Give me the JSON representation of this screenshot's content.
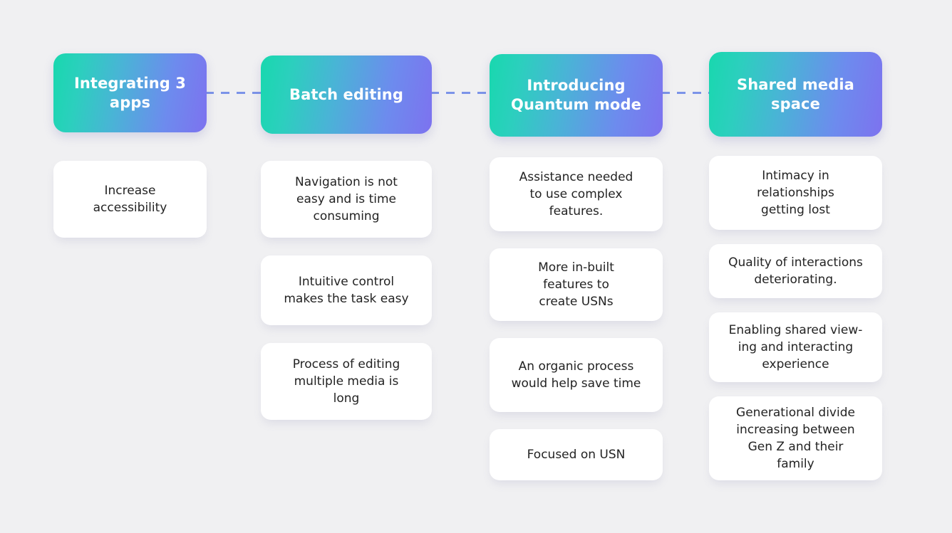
{
  "board": {
    "background_color": "#f0f0f2",
    "connector_color": "#7b93e8",
    "header_gradient_from": "#18d8ae",
    "header_gradient_to": "#7d72ef",
    "card_background": "#ffffff",
    "card_text_color": "#232323"
  },
  "columns": [
    {
      "header": "Integrating 3\napps",
      "cards": [
        {
          "text": "Increase\naccessibility"
        }
      ]
    },
    {
      "header": "Batch editing",
      "cards": [
        {
          "text": "Navigation is not\neasy and is time\nconsuming"
        },
        {
          "text": "Intuitive control\nmakes the task easy"
        },
        {
          "text": "Process of editing\nmultiple media is\nlong"
        }
      ]
    },
    {
      "header": "Introducing\nQuantum mode",
      "cards": [
        {
          "text": "Assistance needed\nto use complex\nfeatures."
        },
        {
          "text": "More in-built\nfeatures to\ncreate USNs"
        },
        {
          "text": "An organic process\nwould help save time"
        },
        {
          "text": "Focused on USN"
        }
      ]
    },
    {
      "header": "Shared media\nspace",
      "cards": [
        {
          "text": "Intimacy in\nrelationships\ngetting lost"
        },
        {
          "text": "Quality of interactions\ndeteriorating."
        },
        {
          "text": "Enabling shared view-\ning and interacting\nexperience"
        },
        {
          "text": "Generational divide\nincreasing between\nGen Z and their\nfamily"
        }
      ]
    }
  ]
}
